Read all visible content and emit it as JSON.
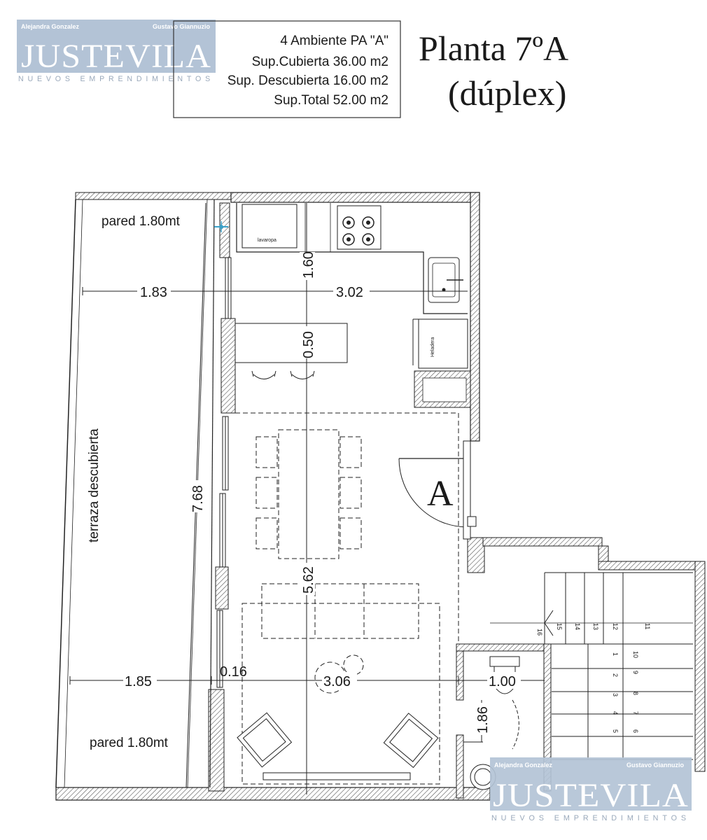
{
  "logo": {
    "left_name": "Alejandra Gonzalez",
    "right_name": "Gustavo Giannuzio",
    "brand": "JUSTEVILA",
    "tagline": "NUEVOS EMPRENDIMIENTOS",
    "bg_color": "#b3c3d6"
  },
  "info_box": {
    "line1": "4  Ambiente PA \"A\"",
    "line2": "Sup.Cubierta 36.00 m2",
    "line3": "Sup. Descubierta 16.00 m2",
    "line4": "Sup.Total  52.00 m2"
  },
  "title": {
    "line1": "Planta 7ºA",
    "line2": "(dúplex)"
  },
  "plan": {
    "labels": {
      "wall_top": "pared 1.80mt",
      "wall_bottom": "pared 1.80mt",
      "terrace": "terraza descubierta",
      "washer": "lavaropa",
      "fridge": "Heladera",
      "unit": "A"
    },
    "dimensions": {
      "d183": "1.83",
      "d302": "3.02",
      "d160": "1.60",
      "d050": "0.50",
      "d768": "7.68",
      "d562": "5.62",
      "d185": "1.85",
      "d016": "0.16",
      "d306": "3.06",
      "d100": "1.00",
      "d186": "1.86"
    },
    "stairs": {
      "upper": [
        "16",
        "15",
        "14",
        "13",
        "12",
        "11"
      ],
      "left_col": [
        "1",
        "2",
        "3",
        "4",
        "5"
      ],
      "right_col": [
        "10",
        "9",
        "8",
        "7",
        "6"
      ]
    }
  }
}
